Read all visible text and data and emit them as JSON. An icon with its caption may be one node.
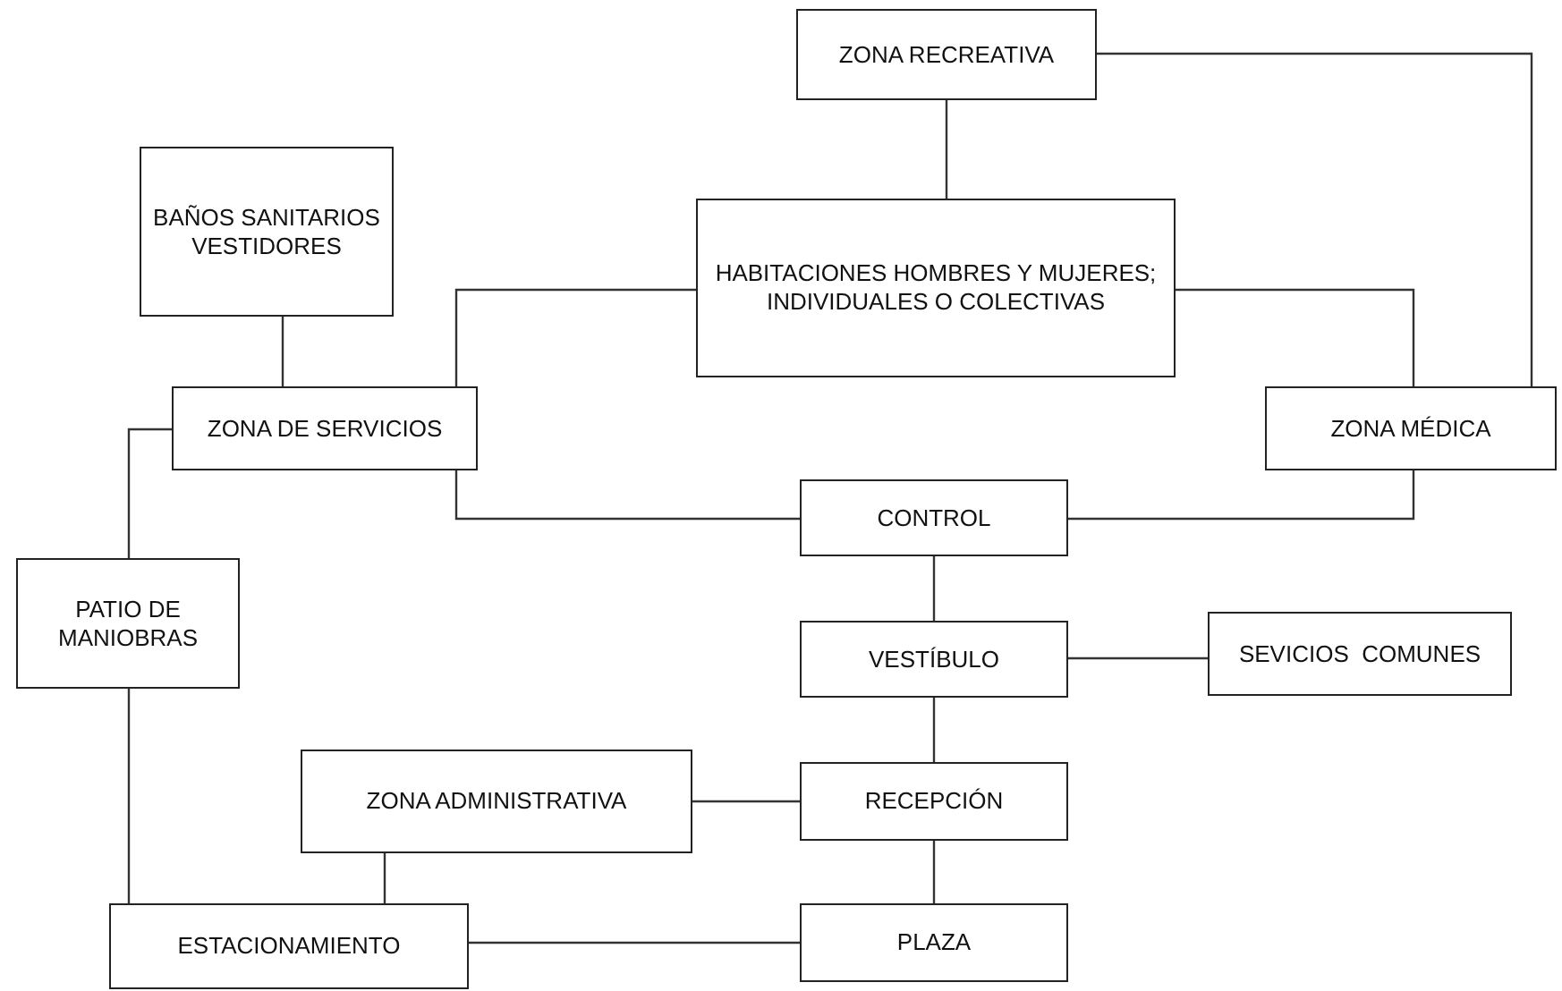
{
  "diagram": {
    "nodes": [
      {
        "text": [
          "ZONA RECREATIVA"
        ]
      },
      {
        "text": [
          "BAÑOS SANITARIOS VESTIDORES"
        ]
      },
      {
        "text": [
          "HABITACIONES HOMBRES Y MUJERES; INDIVIDUALES O COLECTIVAS"
        ]
      },
      {
        "text": [
          "ZONA DE SERVICIOS"
        ]
      },
      {
        "text": [
          "ZONA MÉDICA"
        ]
      },
      {
        "text": [
          "CONTROL"
        ]
      },
      {
        "text": [
          "PATIO DE MANIOBRAS"
        ]
      },
      {
        "text": [
          "VESTÍBULO"
        ]
      },
      {
        "text": [
          "SEVICIOS  COMUNES"
        ]
      },
      {
        "text": [
          "ZONA ADMINISTRATIVA"
        ]
      },
      {
        "text": [
          "RECEPCIÓN"
        ]
      },
      {
        "text": [
          "ESTACIONAMIENTO"
        ]
      },
      {
        "text": [
          "PLAZA"
        ]
      }
    ],
    "edges": [
      {
        "from": 0,
        "to": 2,
        "arrow": "none"
      },
      {
        "from": 0,
        "to": 4,
        "arrow": "none"
      },
      {
        "from": 1,
        "to": 3,
        "arrow": "none"
      },
      {
        "from": 2,
        "to": 3,
        "arrow": "none"
      },
      {
        "from": 2,
        "to": 4,
        "arrow": "none"
      },
      {
        "from": 3,
        "to": 5,
        "arrow": "none"
      },
      {
        "from": 4,
        "to": 5,
        "arrow": "none"
      },
      {
        "from": 3,
        "to": 6,
        "arrow": "none"
      },
      {
        "from": 6,
        "to": 11,
        "arrow": "none"
      },
      {
        "from": 5,
        "to": 7,
        "arrow": "none"
      },
      {
        "from": 7,
        "to": 8,
        "arrow": "none"
      },
      {
        "from": 7,
        "to": 10,
        "arrow": "none"
      },
      {
        "from": 9,
        "to": 10,
        "arrow": "none"
      },
      {
        "from": 10,
        "to": 12,
        "arrow": "none"
      },
      {
        "from": 9,
        "to": 11,
        "arrow": "none"
      },
      {
        "from": 11,
        "to": 12,
        "arrow": "none"
      }
    ]
  }
}
